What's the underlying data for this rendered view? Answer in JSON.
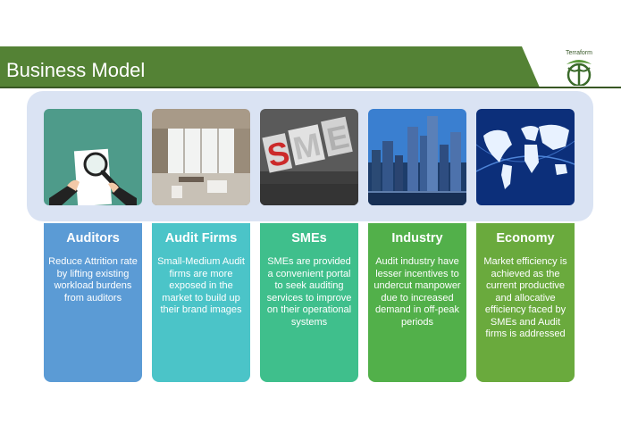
{
  "slide": {
    "title": "Business Model",
    "logo_text": "Terraform"
  },
  "cards": [
    {
      "title": "Auditors",
      "description": "Reduce Attrition rate by lifting existing workload burdens from auditors",
      "color": "#5b9bd5",
      "image": "auditor-magnifier-illustration"
    },
    {
      "title": "Audit Firms",
      "description": "Small-Medium Audit firms are more exposed in the market to build up their brand images",
      "color": "#4bc4c8",
      "image": "office-interior-photo"
    },
    {
      "title": "SMEs",
      "description": "SMEs are provided a convenient portal to seek auditing services to improve on their operational systems",
      "color": "#3fbf8c",
      "image": "sme-letters-photo"
    },
    {
      "title": "Industry",
      "description": "Audit industry have lesser incentives to undercut manpower due to increased demand in off-peak periods",
      "color": "#52b04a",
      "image": "city-skyline-photo"
    },
    {
      "title": "Economy",
      "description": "Market efficiency is achieved as the current productive and allocative efficiency faced by SMEs and Audit firms is addressed",
      "color": "#6aaa3d",
      "image": "world-map-photo"
    }
  ],
  "colors": {
    "title_bar": "#548235",
    "band": "#dae3f3"
  }
}
